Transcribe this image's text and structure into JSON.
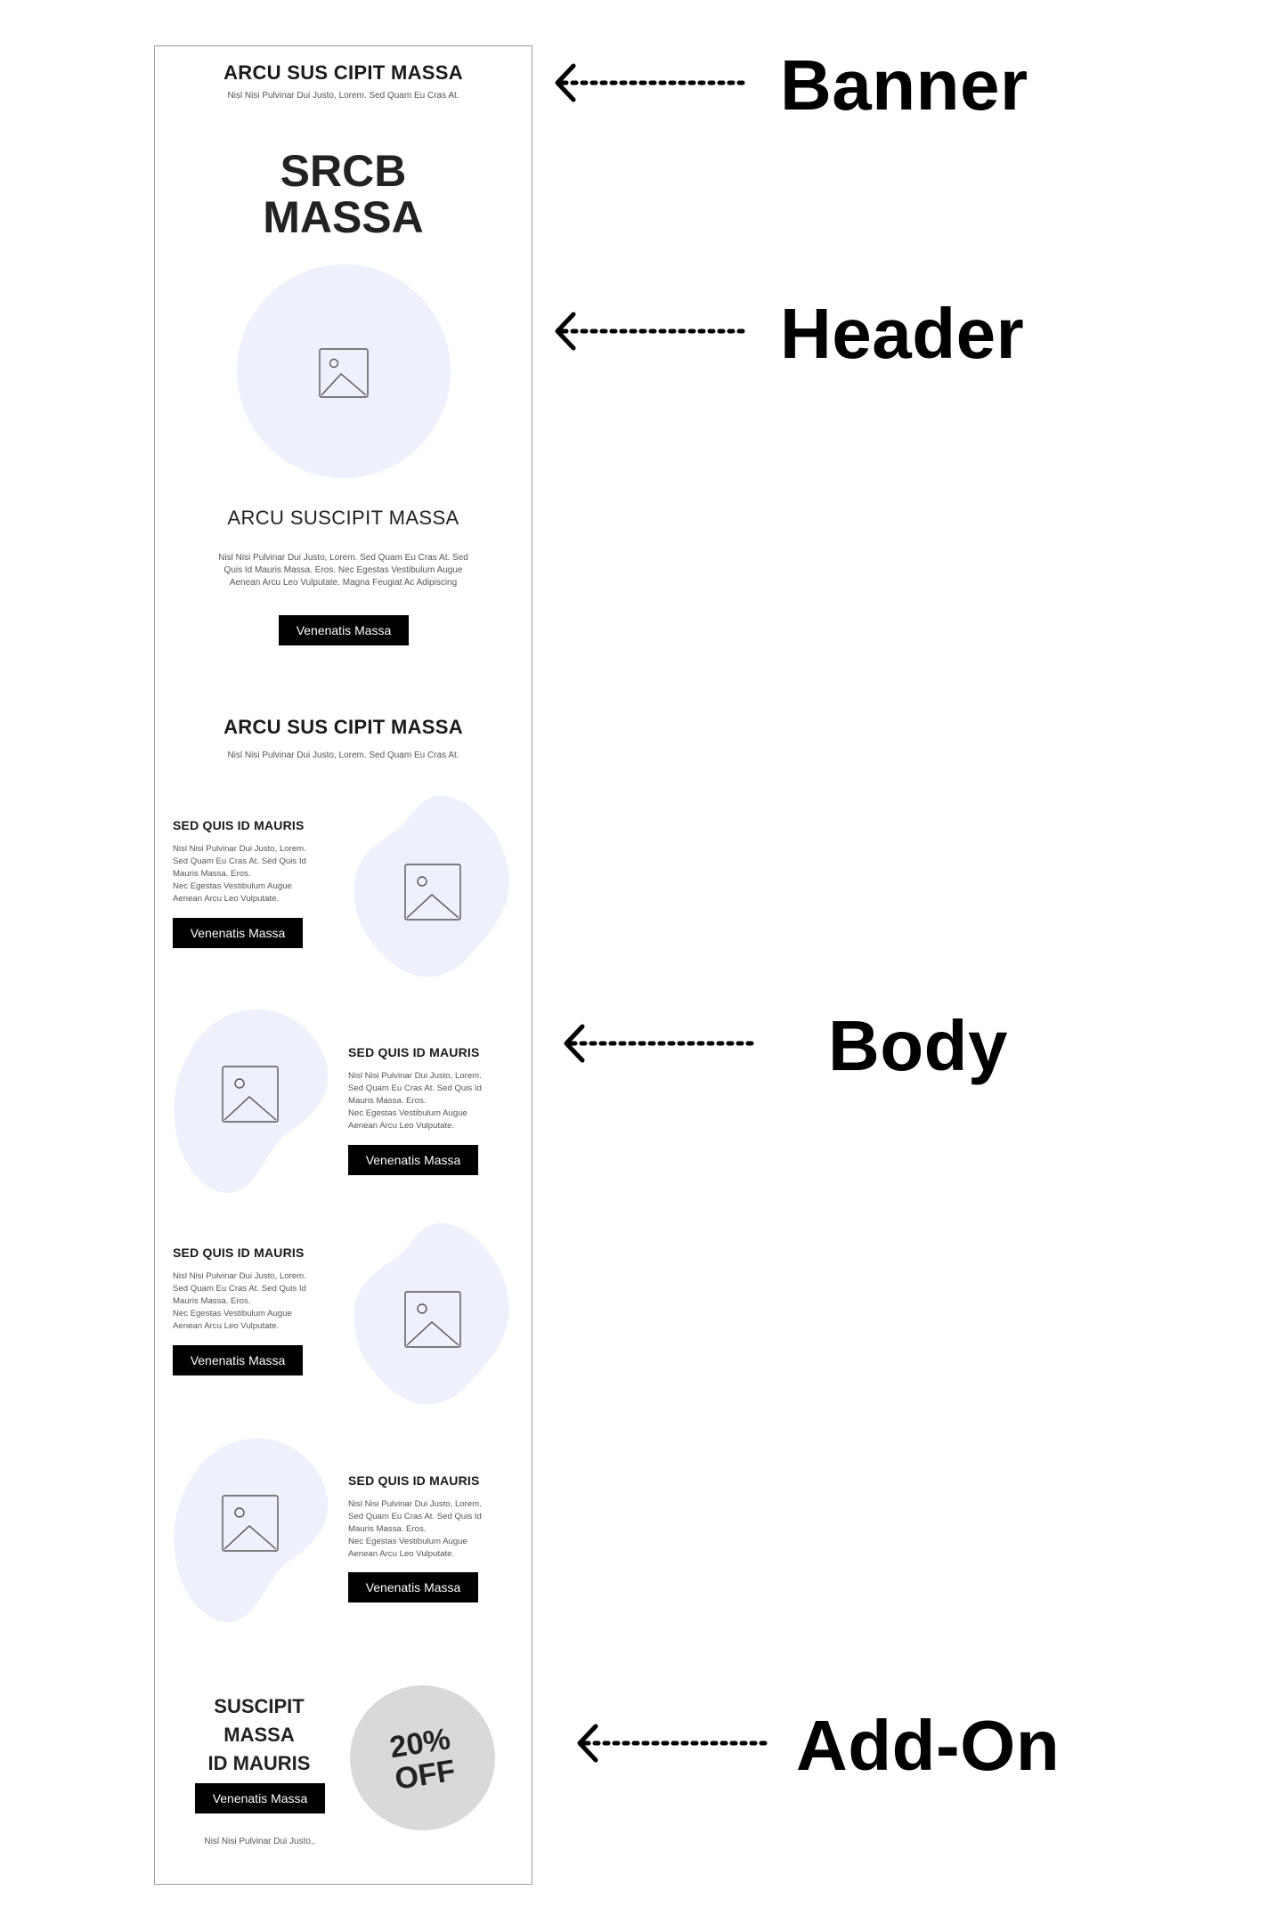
{
  "banner": {
    "title": "ARCU SUS CIPIT MASSA",
    "subtitle": "Nisl Nisi Pulvinar Dui Justo, Lorem. Sed Quam Eu Cras At."
  },
  "header": {
    "logo_line1": "SRCB",
    "logo_line2": "MASSA",
    "title": "ARCU SUSCIPIT MASSA",
    "body_lines": [
      "Nisl Nisi Pulvinar Dui Justo, Lorem. Sed Quam Eu Cras At. Sed",
      "Quis Id Mauris Massa. Eros. Nec Egestas Vestibulum Augue",
      "Aenean Arcu Leo Vulputate. Magna Feugiat Ac Adipiscing"
    ],
    "button_label": "Venenatis Massa"
  },
  "body": {
    "title": "ARCU SUS CIPIT MASSA",
    "subtitle": "Nisl Nisi Pulvinar Dui Justo, Lorem. Sed Quam Eu Cras At.",
    "blocks": [
      {
        "heading": "SED QUIS ID MAURIS",
        "lines": [
          "Nisl Nisi Pulvinar Dui Justo, Lorem.",
          "Sed Quam Eu Cras At. Sed Quis Id",
          "Mauris Massa. Eros.",
          "Nec Egestas Vestibulum Augue",
          "Aenean Arcu Leo Vulputate."
        ],
        "button_label": "Venenatis Massa"
      },
      {
        "heading": "SED QUIS ID MAURIS",
        "lines": [
          "Nisl Nisi Pulvinar Dui Justo, Lorem.",
          "Sed Quam Eu Cras At. Sed Quis Id",
          "Mauris Massa. Eros.",
          "Nec Egestas Vestibulum Augue",
          "Aenean Arcu Leo Vulputate."
        ],
        "button_label": "Venenatis Massa"
      },
      {
        "heading": "SED QUIS ID MAURIS",
        "lines": [
          "Nisl Nisi Pulvinar Dui Justo, Lorem.",
          "Sed Quam Eu Cras At. Sed Quis Id",
          "Mauris Massa. Eros.",
          "Nec Egestas Vestibulum Augue",
          "Aenean Arcu Leo Vulputate."
        ],
        "button_label": "Venenatis Massa"
      },
      {
        "heading": "SED QUIS ID MAURIS",
        "lines": [
          "Nisl Nisi Pulvinar Dui Justo, Lorem.",
          "Sed Quam Eu Cras At. Sed Quis Id",
          "Mauris Massa. Eros.",
          "Nec Egestas Vestibulum Augue",
          "Aenean Arcu Leo Vulputate."
        ],
        "button_label": "Venenatis Massa"
      }
    ]
  },
  "addon": {
    "title_lines": [
      "SUSCIPIT",
      "MASSA",
      "ID MAURIS"
    ],
    "button_label": "Venenatis Massa",
    "footnote": "Nisl Nisi Pulvinar Dui Justo,.",
    "badge_line1": "20%",
    "badge_line2": "OFF"
  },
  "callouts": {
    "banner": "Banner",
    "header": "Header",
    "body": "Body",
    "addon": "Add-On"
  },
  "colors": {
    "placeholder_fill": "#eef0fb",
    "badge_fill": "#d9d9d9",
    "button_fill": "#000000",
    "frame_border": "#9a9a9a"
  },
  "icons": {
    "placeholder": "image-placeholder-icon",
    "arrow": "arrow-left-icon"
  }
}
